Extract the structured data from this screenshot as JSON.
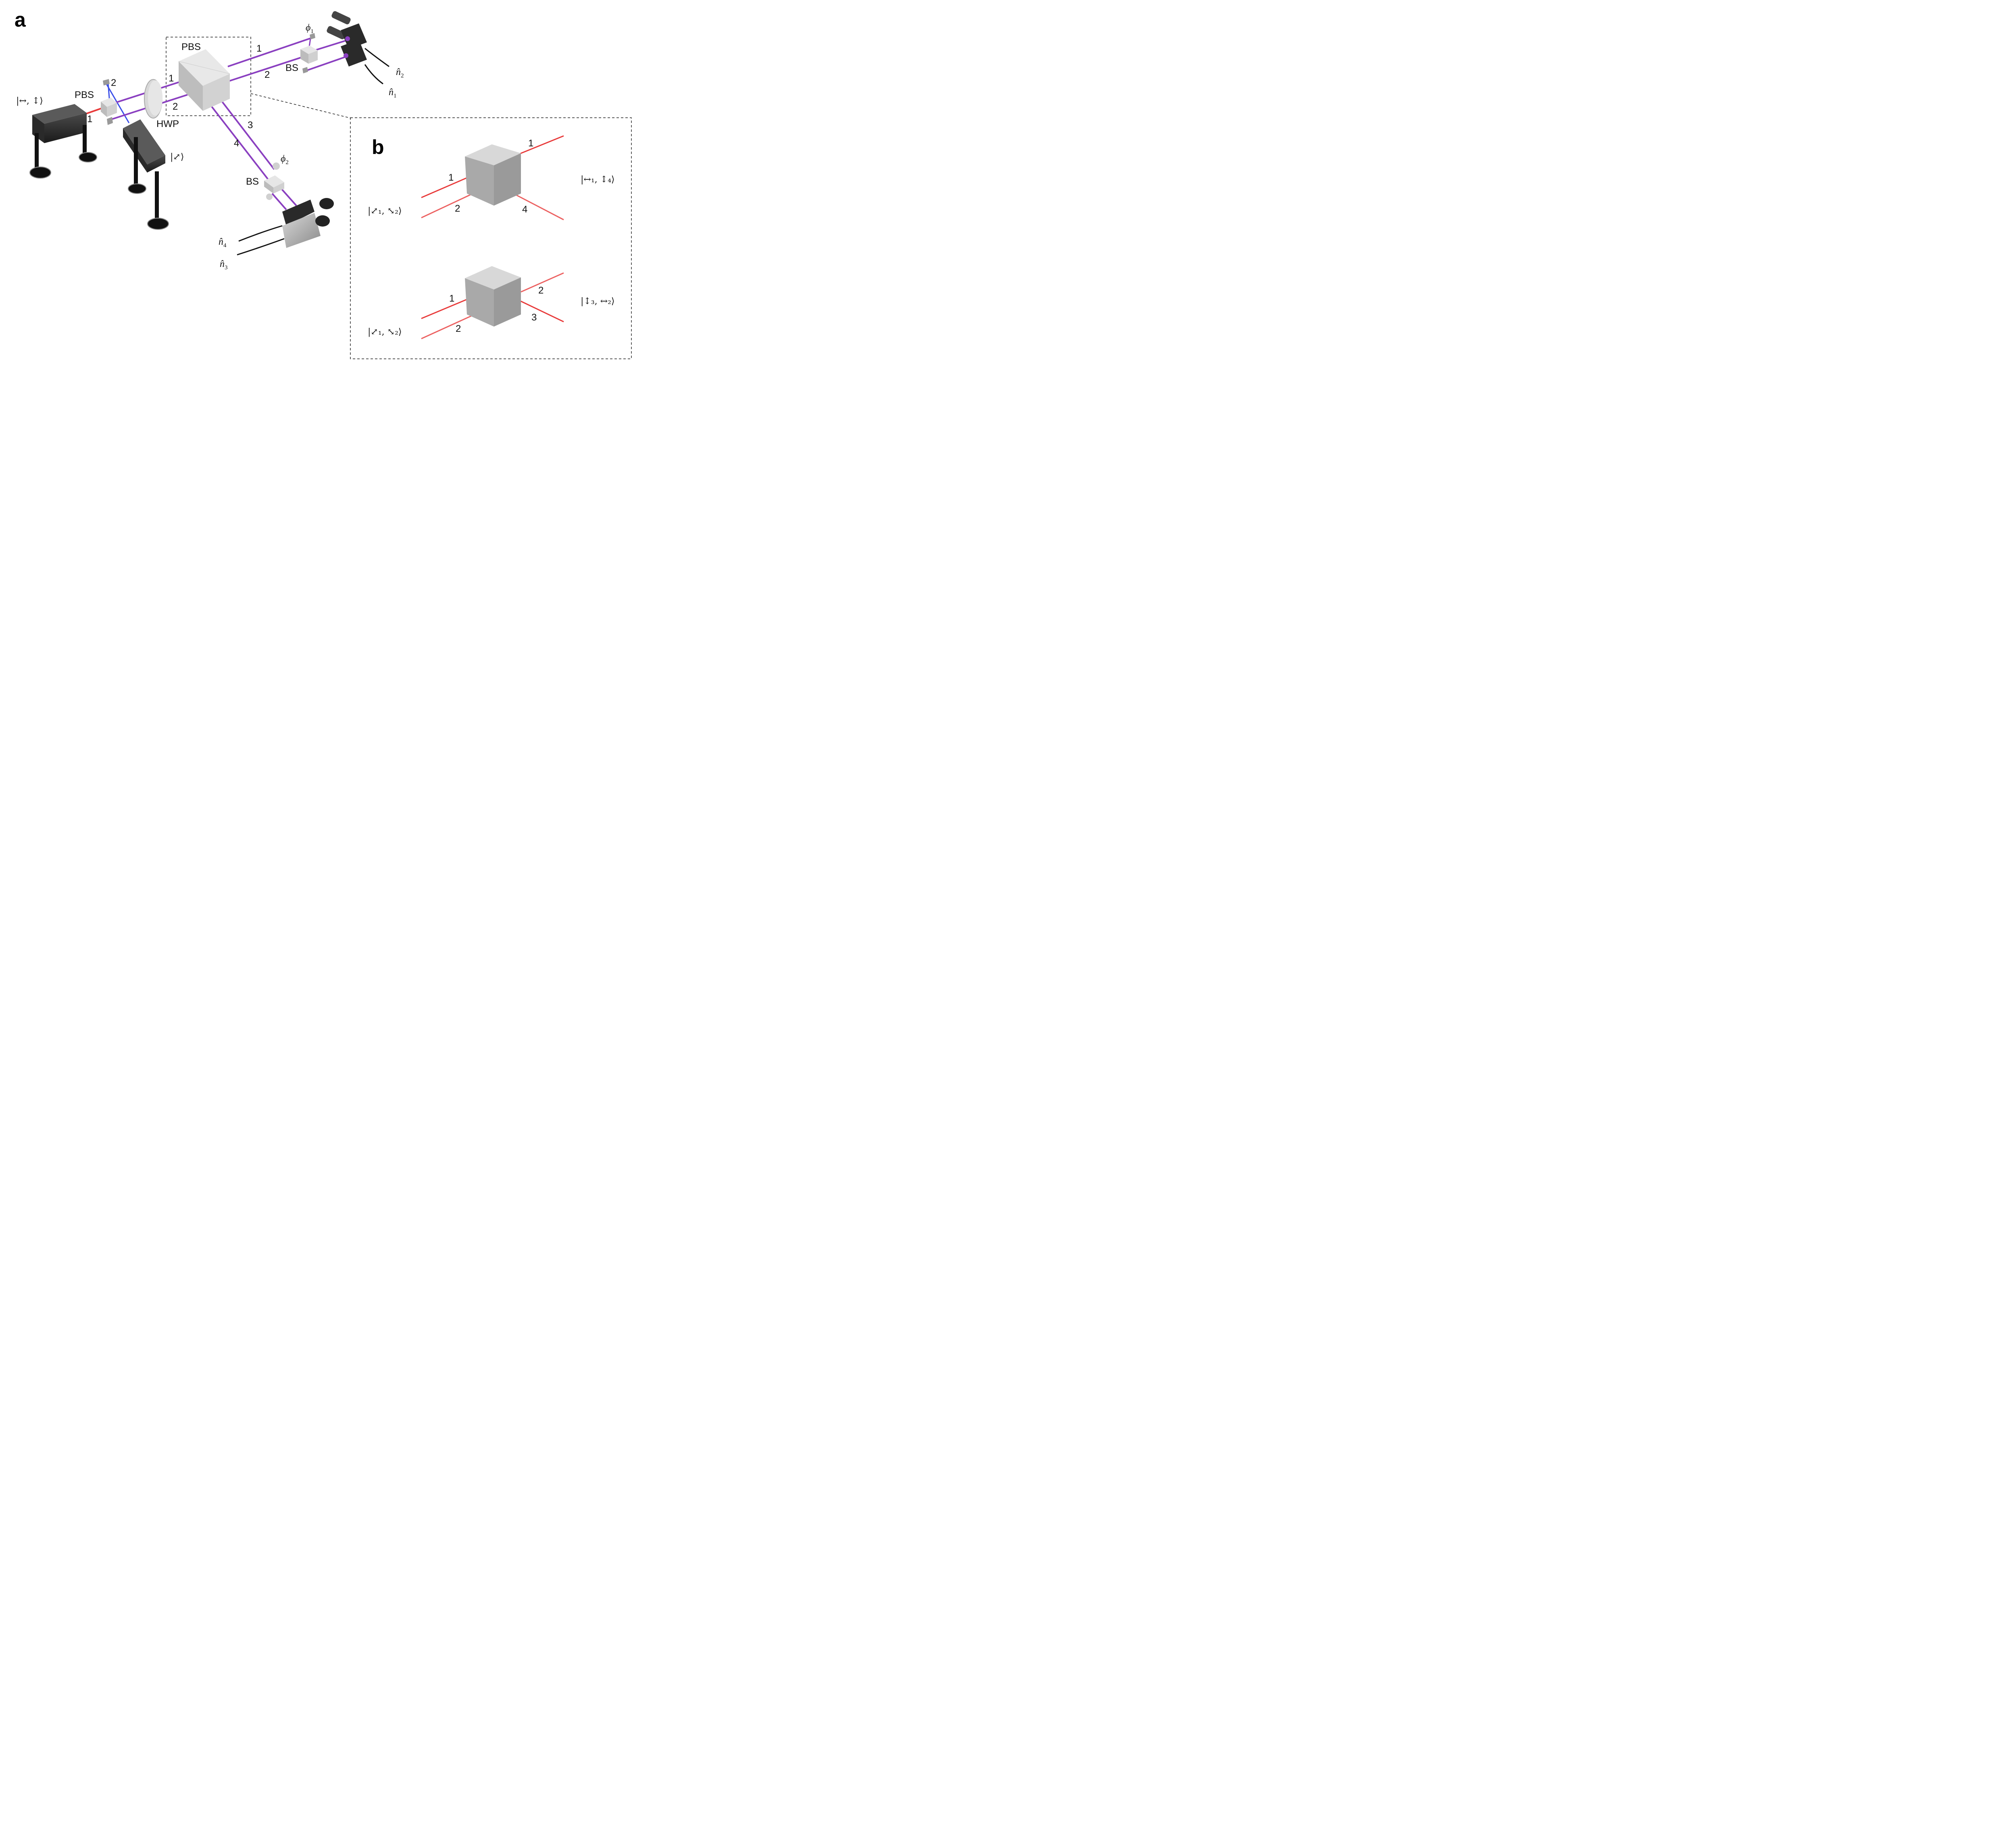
{
  "panels": {
    "a": "a",
    "b": "b"
  },
  "labels_a": {
    "pbs_small": "PBS",
    "pbs_large": "PBS",
    "hwp": "HWP",
    "bs_top": "BS",
    "bs_bottom": "BS",
    "phi1": "ϕ",
    "phi1_sub": "1",
    "phi2": "ϕ",
    "phi2_sub": "2",
    "n1": "n̂",
    "n1_sub": "1",
    "n2": "n̂",
    "n2_sub": "2",
    "n3": "n̂",
    "n3_sub": "3",
    "n4": "n̂",
    "n4_sub": "4",
    "laser_state": "|↔, ↕⟩",
    "pump_state": "|⤢⟩",
    "path_laser_1": "1",
    "path_mirror_2": "2",
    "path_in_1": "1",
    "path_in_2": "2",
    "path_out_1": "1",
    "path_out_2": "2",
    "path_out_3": "3",
    "path_out_4": "4"
  },
  "labels_b": {
    "top_in_1": "1",
    "top_in_2": "2",
    "top_out_1": "1",
    "top_out_4": "4",
    "top_in_state": "|⤢₁, ⤡₂⟩",
    "top_out_state": "|↔₁, ↕₄⟩",
    "bot_in_1": "1",
    "bot_in_2": "2",
    "bot_out_2": "2",
    "bot_out_3": "3",
    "bot_in_state": "|⤢₁, ⤡₂⟩",
    "bot_out_state": "|↕₃, ↔₂⟩"
  },
  "colors": {
    "beam_purple": "#8a3fc0",
    "beam_red": "#e83a3a",
    "beam_blue": "#3a4ee8",
    "device": "#2a2a2a",
    "cube": "#c9c9c9"
  }
}
